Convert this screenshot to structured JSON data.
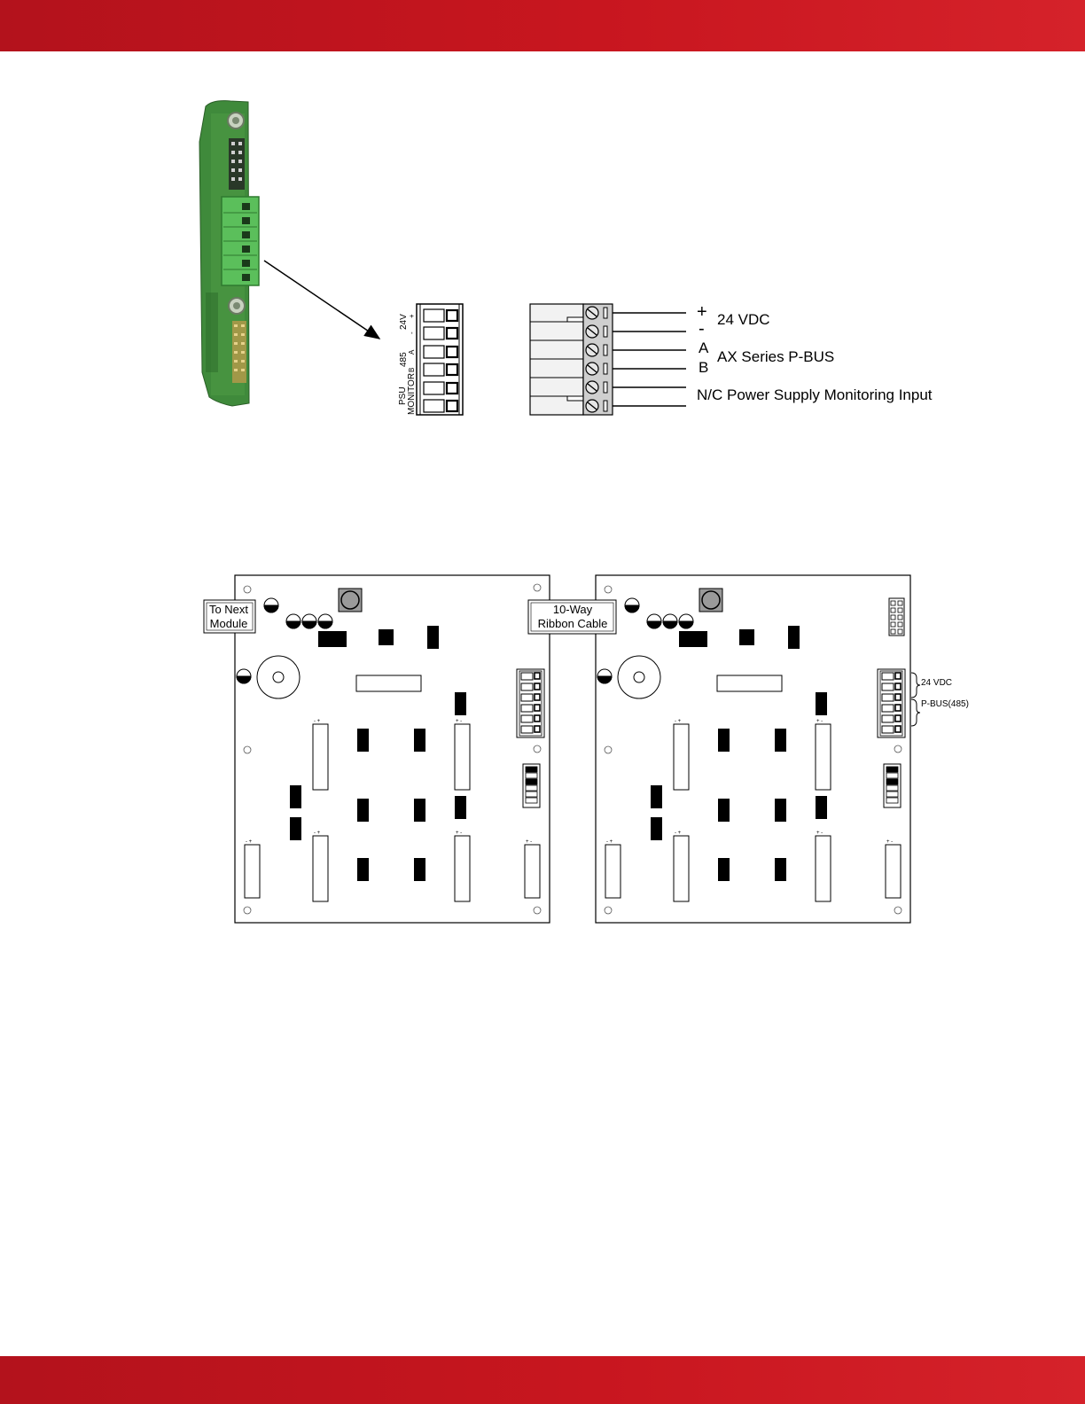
{
  "terminal_diagram": {
    "rotated_labels": {
      "v24": "24V",
      "plus": "+",
      "minus": "-",
      "rs485": "485",
      "a": "A",
      "b": "B",
      "psu": "PSU",
      "monitor": "MONITOR"
    },
    "signal_labels": {
      "plus_symbol": "+",
      "minus_symbol": "-",
      "vdc": "24 VDC",
      "a": "A",
      "b": "B",
      "pbus": "AX Series P-BUS",
      "nc_monitor": "N/C Power Supply Monitoring Input"
    }
  },
  "module_diagram": {
    "left_callout": [
      "To Next",
      "Module"
    ],
    "ribbon_callout": [
      "10-Way",
      "Ribbon Cable"
    ],
    "bracket_labels": {
      "power": "24 VDC",
      "bus": "P-BUS(485)"
    }
  },
  "colors": {
    "band": "#c8161f",
    "pcb_green": "#3f8a3b",
    "connector_green": "#5bbf5b",
    "button_fill": "#9a9a9a"
  }
}
